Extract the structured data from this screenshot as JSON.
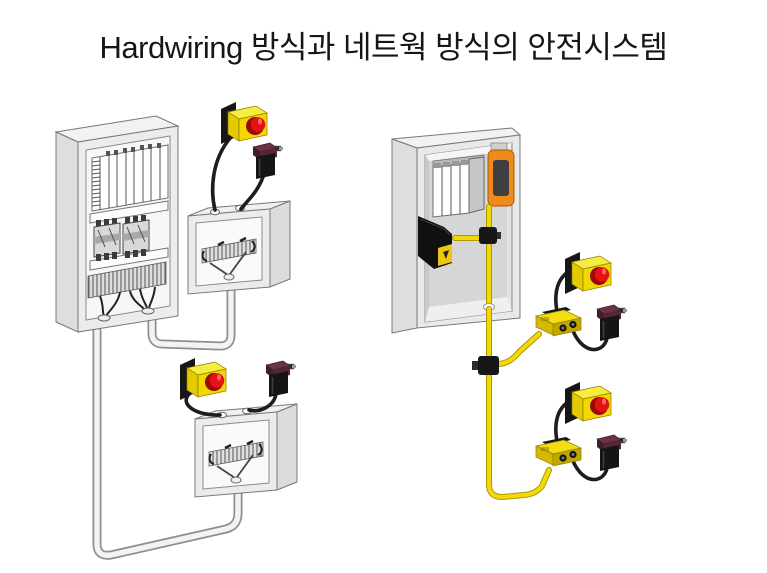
{
  "title": "Hardwiring 방식과 네트웍 방식의 안전시스템",
  "systems": {
    "hardwired": {
      "name": "hardwired safety system (left)",
      "components": [
        "control-cabinet",
        "plc-rack",
        "contactor",
        "contactor",
        "wiring-duct",
        "terminal-block-row",
        "junction-box-1",
        "junction-box-2",
        "emergency-stop-button-1",
        "safety-door-switch-1",
        "emergency-stop-button-2",
        "safety-door-switch-2",
        "wiring-conduit-upper",
        "wiring-conduit-lower"
      ]
    },
    "network": {
      "name": "network safety system (right)",
      "components": [
        "control-cabinet",
        "plc-rack",
        "orange-safety-network-module",
        "black-safety-controller",
        "warning-label",
        "network-trunk-cable",
        "cable-tap-inside",
        "cable-tap-outside",
        "safety-io-block-1",
        "emergency-stop-button-1",
        "safety-door-switch-1",
        "safety-io-block-2",
        "emergency-stop-button-2",
        "safety-door-switch-2"
      ]
    }
  },
  "colors": {
    "background": "#ffffff",
    "title_text": "#161616",
    "outline_gray": "#6f6f6f",
    "cabinet_fill": "#ececec",
    "estop_yellow": "#f0d800",
    "estop_red": "#e41313",
    "switch_maroon": "#5a2a3a",
    "device_black": "#141414",
    "network_cable_yellow": "#f2d808",
    "module_orange": "#ee8b1b"
  }
}
